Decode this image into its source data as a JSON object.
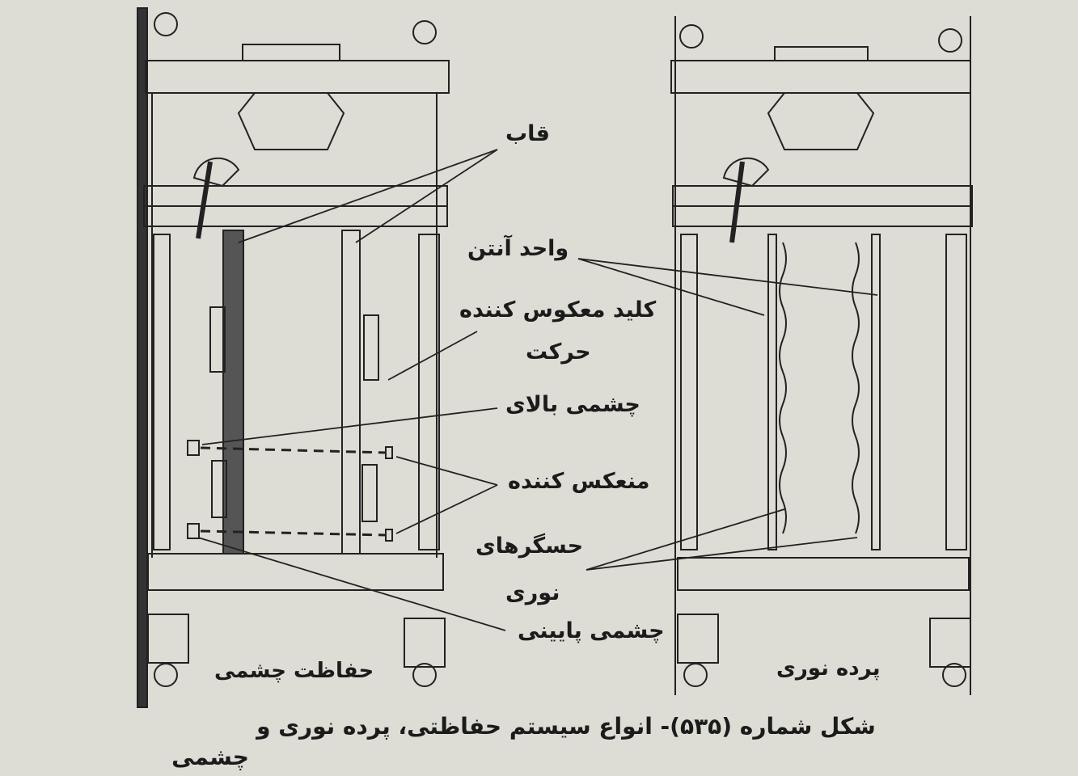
{
  "labels": {
    "frame": "قاب",
    "antenna_unit": "واحد آنتن",
    "reverse_switch_line1": "کلید معکوس کننده",
    "reverse_switch_line2": "حرکت",
    "upper_eye": "چشمی بالای",
    "reflector": "منعکس کننده",
    "light_sensors_line1": "حسگرهای",
    "light_sensors_line2": "نوری",
    "lower_eye": "چشمی پایینی"
  },
  "subfigures": {
    "left": "حفاظت چشمی",
    "right": "پرده نوری"
  },
  "caption": {
    "line1": "شکل شماره (۵۳۵)- انواع سیستم حفاظتی، پرده نوری و",
    "line2": "چشمی"
  }
}
